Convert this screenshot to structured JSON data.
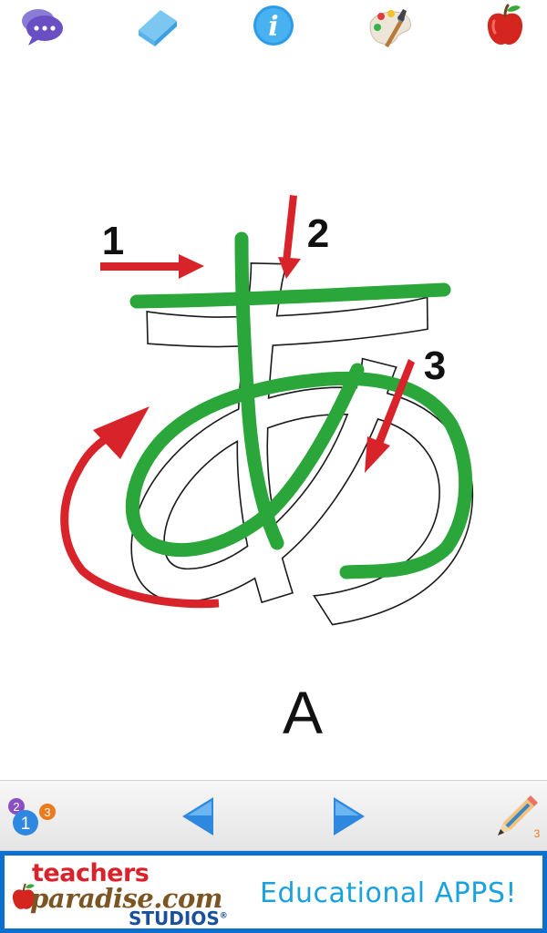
{
  "toolbar": {
    "icons": [
      "chat-bubbles-icon",
      "eraser-icon",
      "info-icon",
      "palette-icon",
      "apple-icon"
    ]
  },
  "stroke_numbers": [
    "1",
    "2",
    "3"
  ],
  "character": {
    "kana": "あ",
    "romaji": "A"
  },
  "navigation": {
    "stroke_order_badges": [
      "2",
      "1",
      "3"
    ],
    "pencil_badge": "3"
  },
  "ad": {
    "brand_line1": "teachers",
    "brand_line2": "paradise.com",
    "brand_line3": "STUDIOS",
    "registered_mark": "®",
    "tagline": "Educational APPS!"
  },
  "colors": {
    "trace_green": "#2aa63a",
    "arrow_red": "#d9232a",
    "ad_border": "#0b6fd0",
    "tagline_blue": "#1aa2dc",
    "nav_blue": "#2e88e0"
  }
}
